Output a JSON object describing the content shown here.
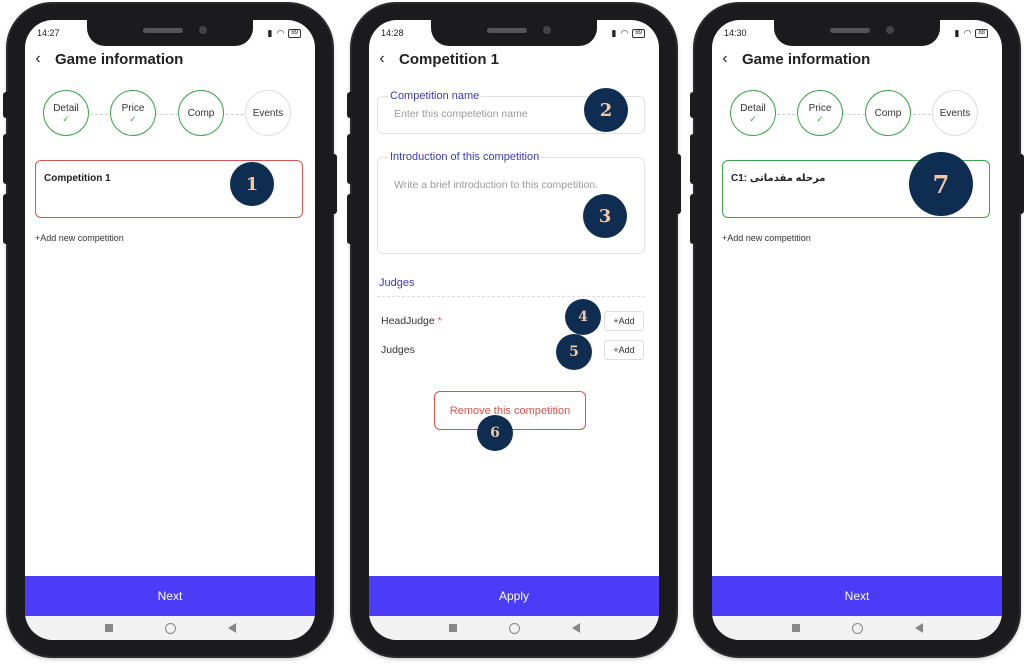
{
  "screens": [
    {
      "status_time": "14:27",
      "battery": "89",
      "title": "Game information",
      "steps": [
        {
          "label": "Detail",
          "done": true
        },
        {
          "label": "Price",
          "done": true
        },
        {
          "label": "Comp",
          "done": false
        },
        {
          "label": "Events",
          "done": false
        }
      ],
      "competition_name": "Competition 1",
      "add_link": "+Add new competition",
      "primary_button": "Next",
      "badge": "1"
    },
    {
      "status_time": "14:28",
      "battery": "89",
      "title": "Competition 1",
      "competition_name_label": "Competition name",
      "competition_name_placeholder": "Enter this competetion name",
      "intro_label": "Introduction of this competition",
      "intro_placeholder": "Write a brief introduction to this competition.",
      "judges_section": "Judges",
      "head_judge_label": "HeadJudge",
      "required_mark": "*",
      "judges_label": "Judges",
      "add_label": "+Add",
      "remove_button": "Remove this competition",
      "primary_button": "Apply",
      "badges": [
        "2",
        "3",
        "4",
        "5",
        "6"
      ]
    },
    {
      "status_time": "14:30",
      "battery": "88",
      "title": "Game information",
      "steps": [
        {
          "label": "Detail",
          "done": true
        },
        {
          "label": "Price",
          "done": true
        },
        {
          "label": "Comp",
          "done": false
        },
        {
          "label": "Events",
          "done": false
        }
      ],
      "competition_name": "C1: مرحله مقدماتی",
      "add_link": "+Add new competition",
      "primary_button": "Next",
      "badge": "7"
    }
  ],
  "colors": {
    "primary": "#4a3cf7",
    "success": "#3aa54a",
    "danger": "#d9534f",
    "label_blue": "#3b3bb8",
    "badge_bg": "#0f2d50"
  },
  "icons": [
    "back-arrow-icon",
    "check-icon",
    "wifi-icon",
    "signal-icon",
    "battery-icon",
    "nav-square-icon",
    "nav-home-icon",
    "nav-back-icon"
  ]
}
